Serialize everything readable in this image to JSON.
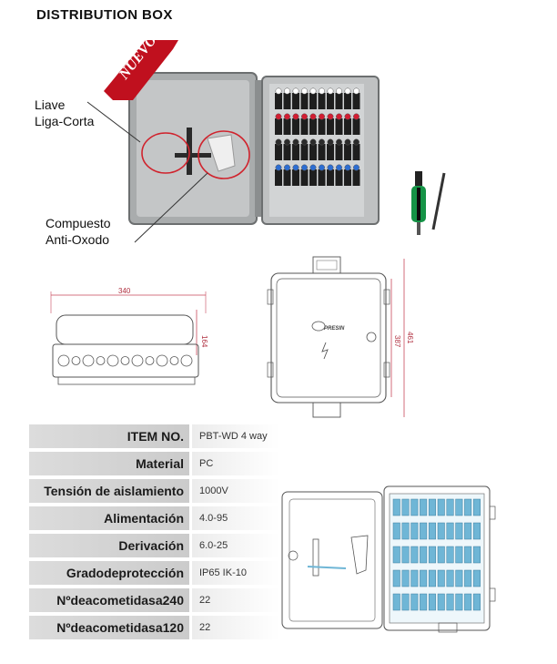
{
  "title": "DISTRIBUTION BOX",
  "badge": "NUEVO",
  "callouts": {
    "llave": [
      "Liave",
      "Liga-Corta"
    ],
    "compuesto": [
      "Compuesto",
      "Anti-Oxodo"
    ]
  },
  "dimensions": {
    "width": "340",
    "height_side": "164",
    "inner_height": "387",
    "outer_height": "461"
  },
  "logo_text": "PRESIN",
  "specs": [
    {
      "label": "ITEM NO.",
      "value": "PBT-WD 4 way"
    },
    {
      "label": "Material",
      "value": "PC"
    },
    {
      "label": "Tensión de aislamiento",
      "value": "1000V"
    },
    {
      "label": "Alimentación",
      "value": "4.0-95"
    },
    {
      "label": "Derivación",
      "value": "6.0-25"
    },
    {
      "label": "Gradodeprotección",
      "value": "IP65  IK-10"
    },
    {
      "label": "Nºdeacometidasa240",
      "value": "22"
    },
    {
      "label": "Nºdeacometidasa120",
      "value": "22"
    }
  ],
  "colors": {
    "badge_red": "#c0101e",
    "dimension_line": "#c8485a",
    "terminal_red": "#d21e32",
    "terminal_blue": "#2d6ed2",
    "box_grey": "#b9bcbd",
    "line_art_blue": "#6fb6d6"
  }
}
